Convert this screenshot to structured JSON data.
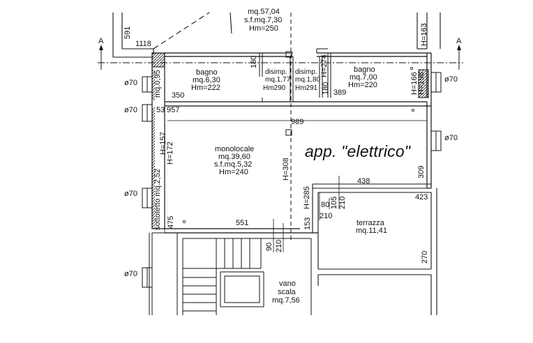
{
  "plan": {
    "title": "app. \"elettrico\"",
    "section_marker": "A",
    "window_label": "ø70",
    "rooms": {
      "top": {
        "l1": "mq.57,04",
        "l2": "s.f.mq.7,30",
        "l3": "Hm=250"
      },
      "bagno_left": {
        "l1": "bagno",
        "l2": "mq.6,30",
        "l3": "Hm=222"
      },
      "disimp_left": {
        "l1": "disimp.",
        "l2": "mq.1,77",
        "l3": "Hm290"
      },
      "disimp_right": {
        "l1": "disimp.",
        "l2": "mq.1,80",
        "l3": "Hm291"
      },
      "bagno_right": {
        "l1": "bagno",
        "l2": "mq.7,00",
        "l3": "Hm=220"
      },
      "monolocale": {
        "l1": "monolocale",
        "l2": "mq.39,60",
        "l3": "s.f.mq.5,32",
        "l4": "Hm=240"
      },
      "terrazza": {
        "l1": "terrazza",
        "l2": "mq.11,41"
      },
      "vano_scala": {
        "l1": "vano",
        "l2": "scala",
        "l3": "mq.7,56"
      }
    },
    "dims": {
      "d591": "591",
      "d1118": "1118",
      "dH163": "H=163",
      "d180": "180",
      "d350": "350",
      "dH274": "H=274",
      "d180b": "180",
      "d389": "389",
      "dH166": "H=166",
      "dH198": "H=198",
      "d53": "53",
      "d957": "957",
      "d989": "989",
      "dH172": "H=172",
      "dH157": "H=157",
      "dH308": "H=308",
      "d309": "309",
      "d438": "438",
      "dH285": "H=285",
      "d80": "80",
      "d105": "105",
      "d210": "210",
      "d210b": "210",
      "d423": "423",
      "d153": "153",
      "d475": "475",
      "d551": "551",
      "d90": "90",
      "d210c": "210",
      "d270": "270",
      "mq095": "mq.0,95",
      "sottotetto": "sottotetto  mq.2,52"
    }
  }
}
